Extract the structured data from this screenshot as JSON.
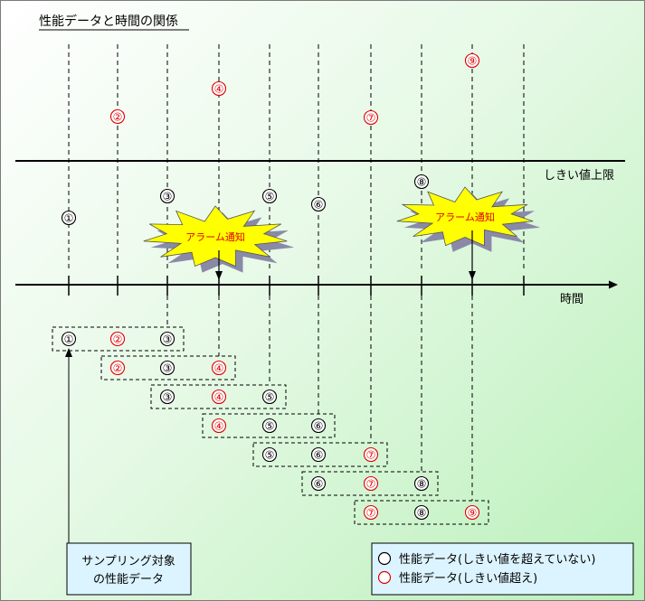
{
  "title": "性能データと時間の関係",
  "threshold_label": "しきい値上限",
  "time_label": "時間",
  "alert_label": "アラーム通知",
  "samples": [
    {
      "id": 1,
      "label": "①",
      "exceeds": false
    },
    {
      "id": 2,
      "label": "②",
      "exceeds": true
    },
    {
      "id": 3,
      "label": "③",
      "exceeds": false
    },
    {
      "id": 4,
      "label": "④",
      "exceeds": true
    },
    {
      "id": 5,
      "label": "⑤",
      "exceeds": false
    },
    {
      "id": 6,
      "label": "⑥",
      "exceeds": false
    },
    {
      "id": 7,
      "label": "⑦",
      "exceeds": true
    },
    {
      "id": 8,
      "label": "⑧",
      "exceeds": false
    },
    {
      "id": 9,
      "label": "⑨",
      "exceeds": true
    }
  ],
  "windows": [
    [
      "①",
      "②",
      "③"
    ],
    [
      "②",
      "③",
      "④"
    ],
    [
      "③",
      "④",
      "⑤"
    ],
    [
      "④",
      "⑤",
      "⑥"
    ],
    [
      "⑤",
      "⑥",
      "⑦"
    ],
    [
      "⑥",
      "⑦",
      "⑧"
    ],
    [
      "⑦",
      "⑧",
      "⑨"
    ]
  ],
  "sampling_target_label": [
    "サンプリング対象",
    "の性能データ"
  ],
  "legend": {
    "normal": "性能データ(しきい値を超えていない)",
    "exceeded": "性能データ(しきい値超え)"
  },
  "colors": {
    "normal": "#000000",
    "exceeded": "#e00000",
    "burst_fill": "#ffff00",
    "burst_shadow": "#8a8aa8"
  }
}
